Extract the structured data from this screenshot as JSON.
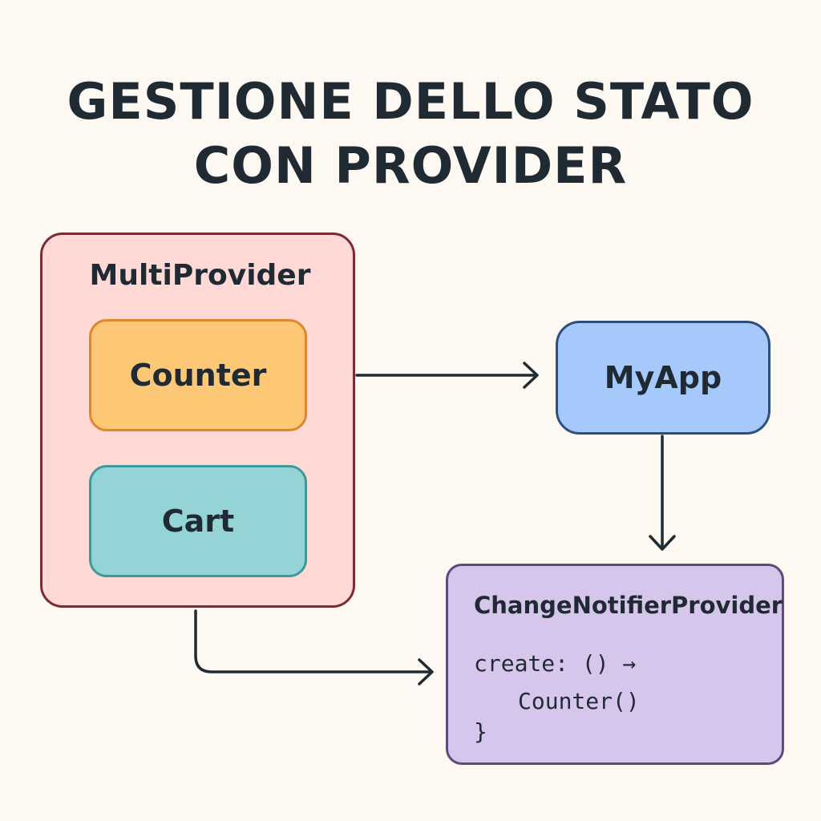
{
  "title": {
    "line1": "GESTIONE DELLO STATO",
    "line2": "CON PROVIDER"
  },
  "nodes": {
    "multi_provider": {
      "label": "MultiProvider",
      "color": "#ffd9d6",
      "border": "#7d2a33"
    },
    "counter": {
      "label": "Counter",
      "color": "#fdc875",
      "border": "#e0872e"
    },
    "cart": {
      "label": "Cart",
      "color": "#95d4d6",
      "border": "#3e9a98"
    },
    "my_app": {
      "label": "MyApp",
      "color": "#a6c9fb",
      "border": "#2e4f7d"
    },
    "change_notifier_provider": {
      "label": "ChangeNotifierProvider",
      "color": "#d7c6ec",
      "border": "#5c4a79",
      "code": [
        "create: () →",
        "Counter()",
        "}"
      ]
    }
  },
  "edges": [
    {
      "from": "multi_provider",
      "to": "my_app"
    },
    {
      "from": "my_app",
      "to": "change_notifier_provider"
    },
    {
      "from": "multi_provider",
      "to": "change_notifier_provider"
    }
  ]
}
